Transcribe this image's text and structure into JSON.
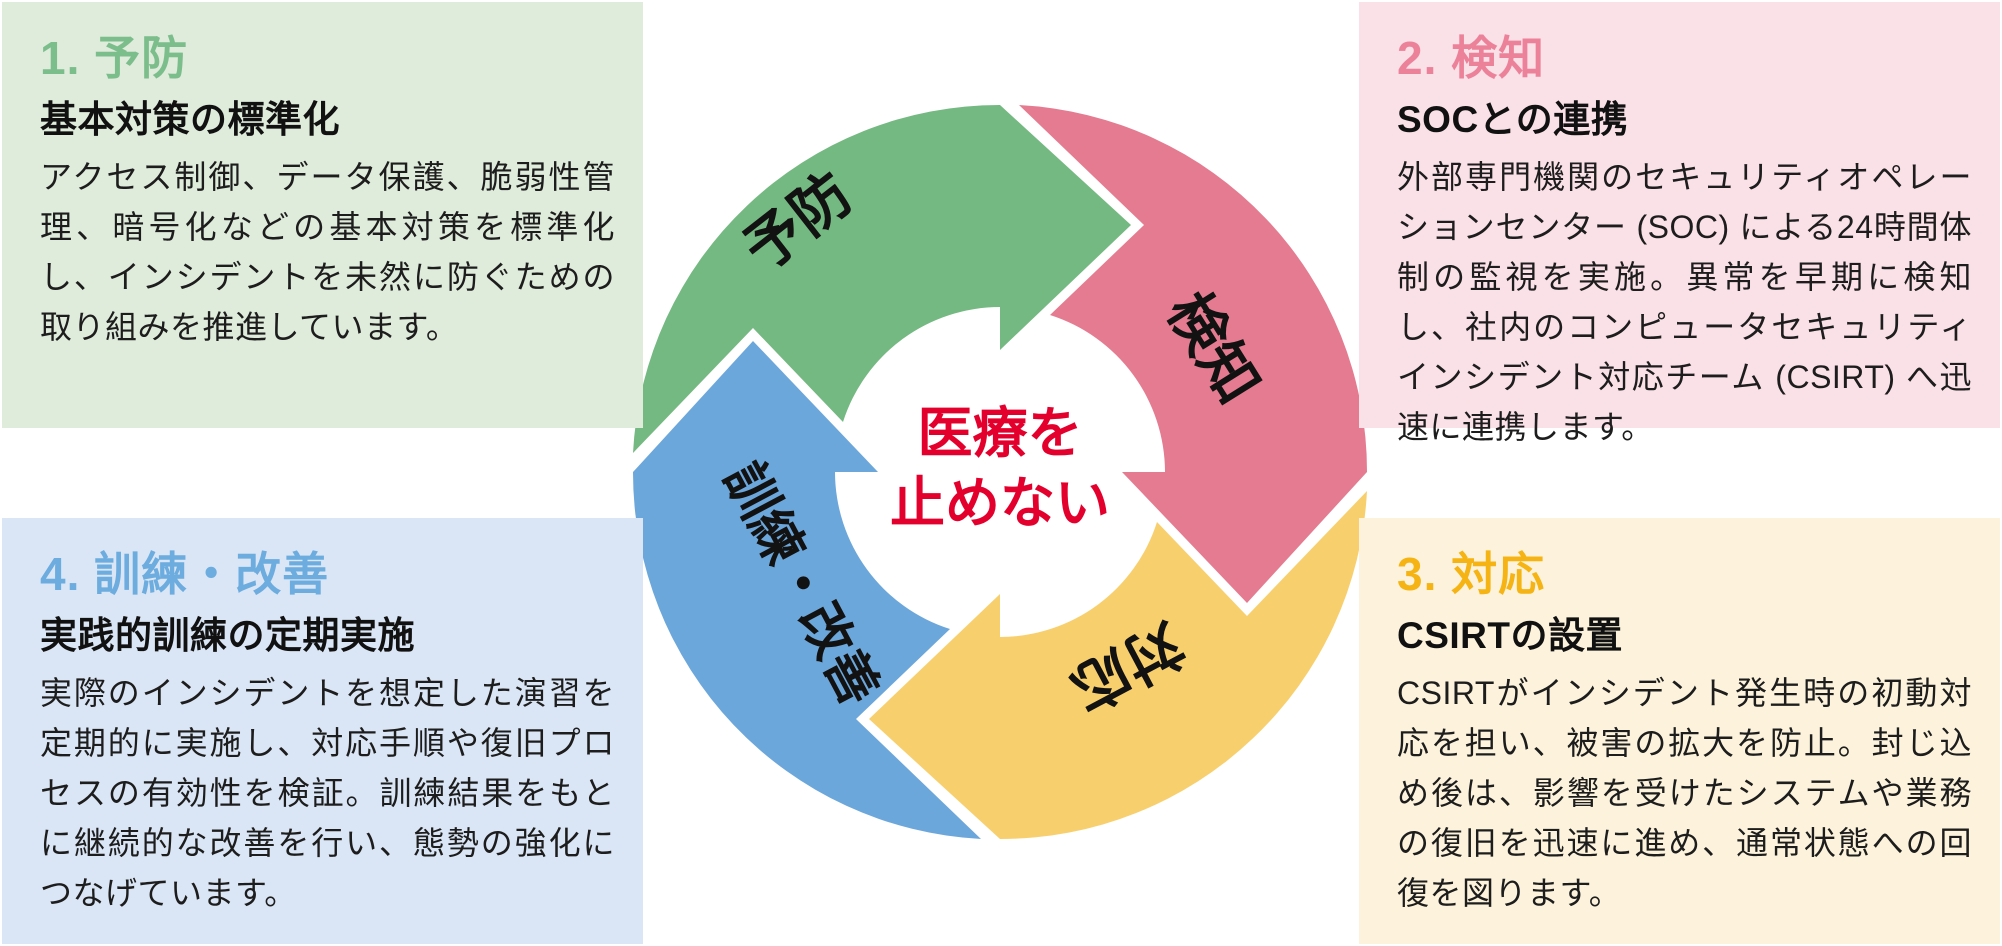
{
  "cycle": {
    "center": {
      "line1": "医療を",
      "line2": "止めない",
      "color": "#E4002D"
    },
    "arrows": [
      {
        "label": "予防",
        "color": "#74B981"
      },
      {
        "label": "検知",
        "color": "#E57B90"
      },
      {
        "label": "対応",
        "color": "#F8CF6D"
      },
      {
        "label": "訓練・改善",
        "color": "#6CA7DB"
      }
    ]
  },
  "panels": [
    {
      "title": "1. 予防",
      "subtitle": "基本対策の標準化",
      "body": "アクセス制御、データ保護、脆弱性管理、暗号化などの基本対策を標準化し、インシデントを未然に防ぐための取り組みを推進しています。",
      "accent": "#7CBE8B",
      "bg": "#DFEBDB"
    },
    {
      "title": "2. 検知",
      "subtitle": "SOCとの連携",
      "body": "外部専門機関のセキュリティオペレーションセンター (SOC) による24時間体制の監視を実施。異常を早期に検知し、社内のコンピュータセキュリティインシデント対応チーム (CSIRT) へ迅速に連携します。",
      "accent": "#EC829A",
      "bg": "#FAE0E7"
    },
    {
      "title": "3. 対応",
      "subtitle": "CSIRTの設置",
      "body": "CSIRTがインシデント発生時の初動対応を担い、被害の拡大を防止。封じ込め後は、影響を受けたシステムや業務の復旧を迅速に進め、通常状態への回復を図ります。",
      "accent": "#F5B414",
      "bg": "#FDF3DC"
    },
    {
      "title": "4. 訓練・改善",
      "subtitle": "実践的訓練の定期実施",
      "body": "実際のインシデントを想定した演習を定期的に実施し、対応手順や復旧プロセスの有効性を検証。訓練結果をもとに継続的な改善を行い、態勢の強化につなげています。",
      "accent": "#6CACDE",
      "bg": "#DAE6F5"
    }
  ]
}
